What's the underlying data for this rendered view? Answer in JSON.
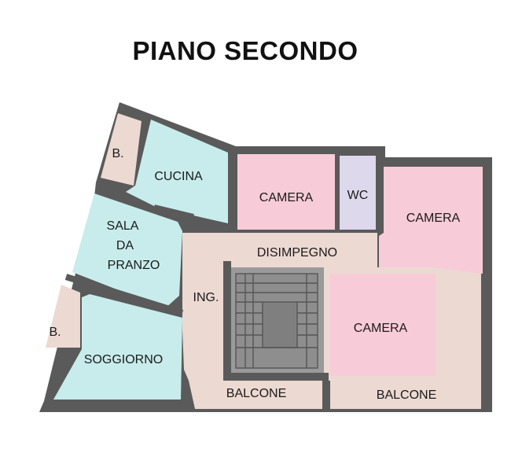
{
  "title": "PIANO SECONDO",
  "colors": {
    "wall": "#5a5a5a",
    "living_zone": "#c8ecec",
    "sleeping_zone": "#f8cbd8",
    "wc": "#ddd8ec",
    "common": "#ecd9d2",
    "stair": "#9a9a9a"
  },
  "rooms": {
    "bagno_top": "B.",
    "cucina": "CUCINA",
    "sala_line1": "SALA",
    "sala_line2": "DA",
    "sala_line3": "PRANZO",
    "bagno_bottom": "B.",
    "soggiorno": "SOGGIORNO",
    "camera_1": "CAMERA",
    "wc": "WC",
    "camera_2": "CAMERA",
    "disimpegno": "DISIMPEGNO",
    "ingresso": "ING.",
    "camera_3": "CAMERA",
    "balcone_1": "BALCONE",
    "balcone_2": "BALCONE"
  }
}
